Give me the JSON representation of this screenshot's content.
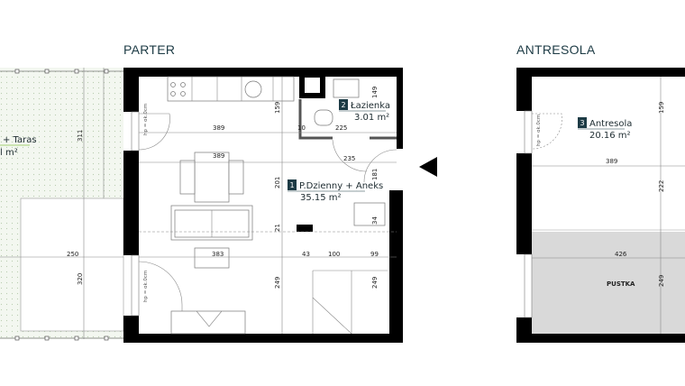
{
  "titles": {
    "parter": "PARTER",
    "antresola": "ANTRESOLA"
  },
  "colors": {
    "wall": "#000000",
    "accent_label": "#1d3b45",
    "terrace_fill": "#eef4ea",
    "void_fill": "#d9d9d9",
    "underline_green": "#8bc34a"
  },
  "rooms": [
    {
      "number": "1",
      "name": "P.Dzienny + Aneks",
      "area": "35.15 m²"
    },
    {
      "number": "2",
      "name": "Łazienka",
      "area": "3.01 m²"
    },
    {
      "number": "3",
      "name": "Antresola",
      "area": "20.16 m²"
    }
  ],
  "terrace": {
    "name": "+ Taras",
    "area": "l m²"
  },
  "void_label": "PUSTKA",
  "window_note": "hp = ok.0cm",
  "entrance_icon": "triangle-left-arrow-icon",
  "parter_dimensions": [
    "389",
    "389",
    "383",
    "159",
    "201",
    "21",
    "249",
    "10",
    "225",
    "235",
    "149",
    "181",
    "34",
    "43",
    "100",
    "99",
    "249",
    "311",
    "250",
    "320"
  ],
  "antresola_dimensions": [
    "159",
    "389",
    "222",
    "426",
    "249"
  ]
}
